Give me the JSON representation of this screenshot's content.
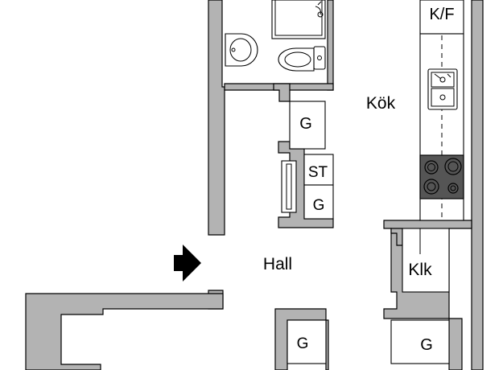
{
  "rooms": {
    "kitchen": "Kök",
    "hall": "Hall",
    "closet": "Klk",
    "fridge_freezer": "K/F",
    "storage_st": "ST",
    "wardrobe": "G"
  },
  "colors": {
    "wall_fill": "#b3b3b3",
    "line": "#000000",
    "background": "#ffffff",
    "stove": "#555555"
  },
  "icons": {
    "entrance": "entrance-arrow-icon",
    "toilet": "toilet-icon",
    "sink": "sink-icon",
    "kitchen_sink": "kitchen-sink-icon",
    "stove": "stove-icon",
    "shower": "shower-icon"
  }
}
